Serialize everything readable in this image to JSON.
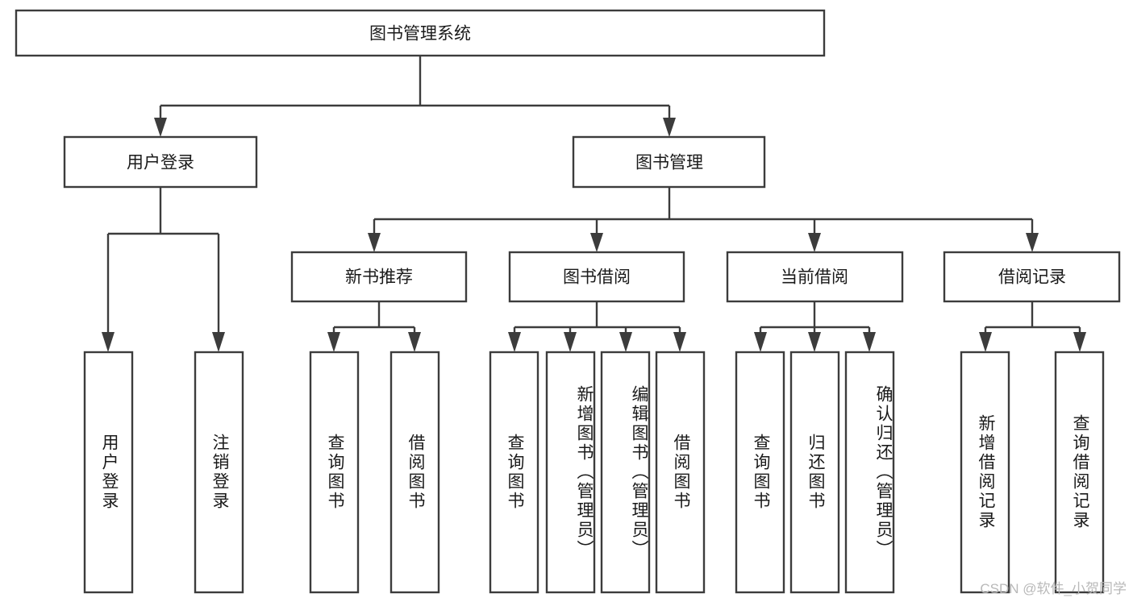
{
  "diagram": {
    "title": "图书管理系统",
    "type": "tree-hierarchy",
    "watermark": "CSDN @软件_小贺同学",
    "root": {
      "id": "root",
      "label": "图书管理系统",
      "orientation": "horizontal"
    },
    "level2": [
      {
        "id": "user-login",
        "label": "用户登录",
        "orientation": "horizontal"
      },
      {
        "id": "book-manage",
        "label": "图书管理",
        "orientation": "horizontal"
      }
    ],
    "level3": [
      {
        "id": "new-book-rec",
        "label": "新书推荐",
        "orientation": "horizontal",
        "parent": "book-manage"
      },
      {
        "id": "book-borrow",
        "label": "图书借阅",
        "orientation": "horizontal",
        "parent": "book-manage"
      },
      {
        "id": "current-borrow",
        "label": "当前借阅",
        "orientation": "horizontal",
        "parent": "book-manage"
      },
      {
        "id": "borrow-record",
        "label": "借阅记录",
        "orientation": "horizontal",
        "parent": "book-manage"
      }
    ],
    "leaves": [
      {
        "id": "leaf-user-login",
        "label": "用户登录",
        "orientation": "vertical",
        "parent": "user-login"
      },
      {
        "id": "leaf-user-logout",
        "label": "注销登录",
        "orientation": "vertical",
        "parent": "user-login"
      },
      {
        "id": "leaf-rec-query",
        "label": "查询图书",
        "orientation": "vertical",
        "parent": "new-book-rec"
      },
      {
        "id": "leaf-rec-borrow",
        "label": "借阅图书",
        "orientation": "vertical",
        "parent": "new-book-rec"
      },
      {
        "id": "leaf-borrow-query",
        "label": "查询图书",
        "orientation": "vertical",
        "parent": "book-borrow"
      },
      {
        "id": "leaf-borrow-add",
        "label": "新增图书（管理员）",
        "orientation": "vertical",
        "parent": "book-borrow"
      },
      {
        "id": "leaf-borrow-edit",
        "label": "编辑图书（管理员）",
        "orientation": "vertical",
        "parent": "book-borrow"
      },
      {
        "id": "leaf-borrow-lend",
        "label": "借阅图书",
        "orientation": "vertical",
        "parent": "book-borrow"
      },
      {
        "id": "leaf-current-query",
        "label": "查询图书",
        "orientation": "vertical",
        "parent": "current-borrow"
      },
      {
        "id": "leaf-current-return",
        "label": "归还图书",
        "orientation": "vertical",
        "parent": "current-borrow"
      },
      {
        "id": "leaf-current-confirm",
        "label": "确认归还（管理员）",
        "orientation": "vertical",
        "parent": "current-borrow"
      },
      {
        "id": "leaf-record-add",
        "label": "新增借阅记录",
        "orientation": "vertical",
        "parent": "borrow-record"
      },
      {
        "id": "leaf-record-query",
        "label": "查询借阅记录",
        "orientation": "vertical",
        "parent": "borrow-record"
      }
    ],
    "colors": {
      "stroke": "#3c3c3c",
      "fill": "#ffffff",
      "text": "#1a1a1a",
      "watermark": "#b9b9b9"
    }
  }
}
